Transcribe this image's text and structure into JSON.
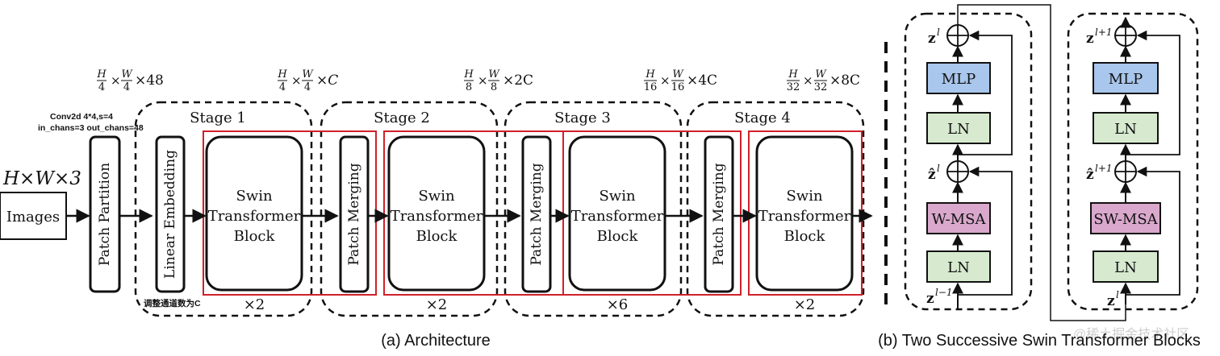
{
  "input": {
    "size_label": "H×W×3",
    "images_label": "Images"
  },
  "patch_partition": {
    "label": "Patch Partition",
    "note_line1": "Conv2d 4*4,s=4",
    "note_line2": "in_chans=3 out_chans=48",
    "dims": {
      "h": "H",
      "hd": "4",
      "w": "W",
      "wd": "4",
      "tail": "×48"
    }
  },
  "stages": [
    {
      "title": "Stage 1",
      "first_block": "Linear Embedding",
      "swin_lines": [
        "Swin",
        "Transformer",
        "Block"
      ],
      "repeat": "×2",
      "note": "调整通道数为C",
      "dims": {
        "h": "H",
        "hd": "4",
        "w": "W",
        "wd": "4",
        "tail": "×C"
      }
    },
    {
      "title": "Stage 2",
      "first_block": "Patch Merging",
      "swin_lines": [
        "Swin",
        "Transformer",
        "Block"
      ],
      "repeat": "×2",
      "dims": {
        "h": "H",
        "hd": "8",
        "w": "W",
        "wd": "8",
        "tail": "×2C"
      }
    },
    {
      "title": "Stage 3",
      "first_block": "Patch Merging",
      "swin_lines": [
        "Swin",
        "Transformer",
        "Block"
      ],
      "repeat": "×6",
      "dims": {
        "h": "H",
        "hd": "16",
        "w": "W",
        "wd": "16",
        "tail": "×4C"
      }
    },
    {
      "title": "Stage 4",
      "first_block": "Patch Merging",
      "swin_lines": [
        "Swin",
        "Transformer",
        "Block"
      ],
      "repeat": "×2",
      "dims": {
        "h": "H",
        "hd": "32",
        "w": "W",
        "wd": "32",
        "tail": "×8C"
      }
    }
  ],
  "captions": {
    "a": "(a) Architecture",
    "b": "(b) Two Successive Swin Transformer Blocks"
  },
  "blocks": [
    {
      "mlp": "MLP",
      "ln_top": "LN",
      "attn": "W-MSA",
      "ln_bottom": "LN",
      "z_out": "z",
      "z_out_sup": "l",
      "z_mid": "ẑ",
      "z_mid_sup": "l",
      "z_in": "z",
      "z_in_sup": "l−1"
    },
    {
      "mlp": "MLP",
      "ln_top": "LN",
      "attn": "SW-MSA",
      "ln_bottom": "LN",
      "z_out": "z",
      "z_out_sup": "l+1",
      "z_mid": "ẑ",
      "z_mid_sup": "l+1",
      "z_in": "z",
      "z_in_sup": "l"
    }
  ],
  "watermark": "@稀土掘金技术社区",
  "colors": {
    "highlight_red": "#d0202a",
    "mlp_fill": "#a9c6ec",
    "ln_fill": "#d7ead0",
    "msa_fill": "#d9a8cc"
  }
}
